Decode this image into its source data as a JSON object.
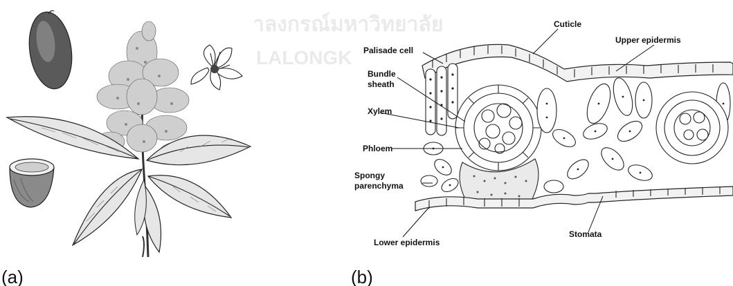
{
  "panels": {
    "a": {
      "label": "(a)"
    },
    "b": {
      "label": "(b)"
    }
  },
  "watermark": {
    "line1": "าลงกรณ์มหาวิทยาลัย",
    "line2": "LALONGK"
  },
  "leaf_section_labels": {
    "cuticle": "Cuticle",
    "upper_epidermis": "Upper epidermis",
    "palisade_cell": "Palisade cell",
    "bundle_sheath_line1": "Bundle",
    "bundle_sheath_line2": "sheath",
    "xylem": "Xylem",
    "phloem": "Phloem",
    "spongy_parenchyma_line1": "Spongy",
    "spongy_parenchyma_line2": "parenchyma",
    "lower_epidermis": "Lower epidermis",
    "stomata": "Stomata"
  },
  "illustration_parts": {
    "a": [
      "fruit-drawing",
      "flower-drawing",
      "seed-cup-drawing",
      "flowering-branch-drawing"
    ],
    "b": [
      "leaf-cross-section-drawing"
    ]
  }
}
